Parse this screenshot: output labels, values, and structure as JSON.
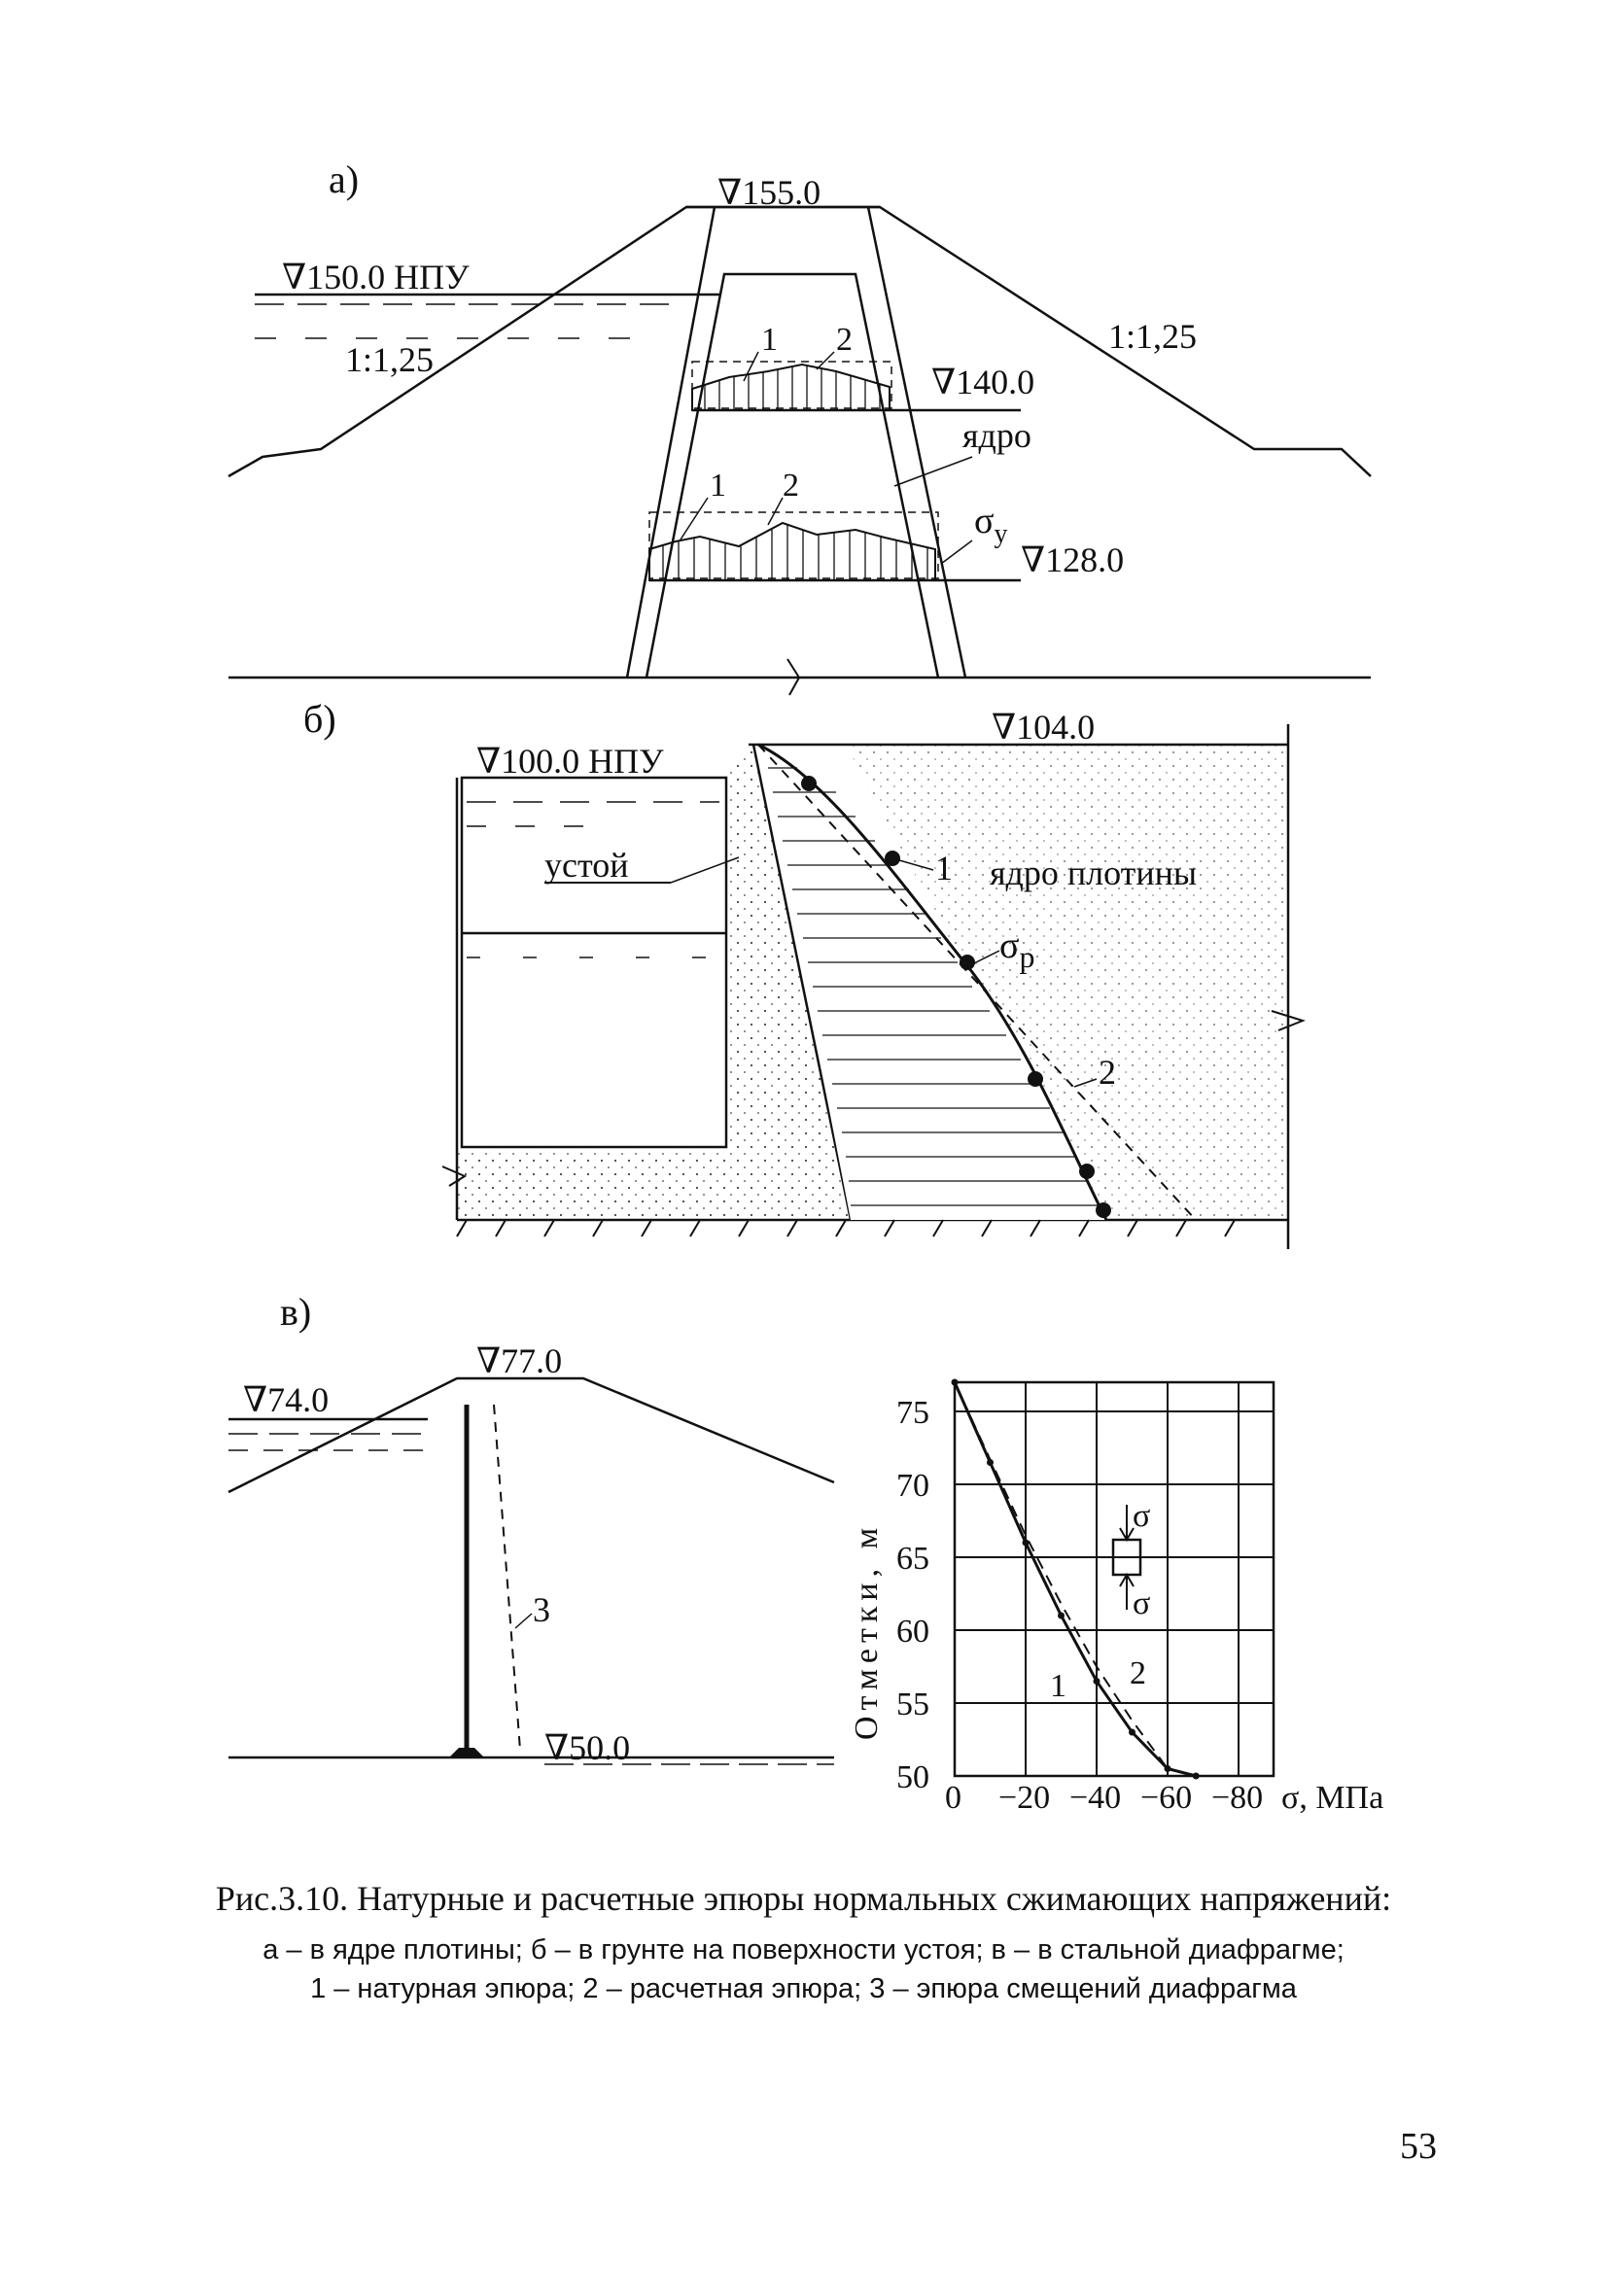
{
  "panel_a": {
    "label": "а)",
    "crest_mark": "∇155.0",
    "water_mark": "∇150.0 НПУ",
    "slope_left": "1:1,25",
    "slope_right": "1:1,25",
    "section_upper_mark": "∇140.0",
    "section_lower_mark": "∇128.0",
    "core_label": "ядро",
    "sigma_label": "σ",
    "sigma_subscript": "y",
    "curve_1": "1",
    "curve_2": "2"
  },
  "panel_b": {
    "label": "б)",
    "crest_mark": "∇104.0",
    "water_mark": "∇100.0 НПУ",
    "abutment_label": "устой",
    "core_label": "ядро плотины",
    "sigma_label": "σ",
    "sigma_subscript": "р",
    "curve_1": "1",
    "curve_2": "2"
  },
  "panel_c": {
    "label": "в)",
    "crest_mark": "∇77.0",
    "water_mark": "∇74.0",
    "base_mark": "∇50.0",
    "curve_3": "3"
  },
  "chart_data": {
    "type": "line",
    "xlabel": "σ, МПа",
    "ylabel": "Отметки, м",
    "x_ticks": [
      "0",
      "−20",
      "−40",
      "−60",
      "−80"
    ],
    "y_ticks": [
      "50",
      "55",
      "60",
      "65",
      "70",
      "75"
    ],
    "xlim": [
      0,
      -90
    ],
    "ylim": [
      50,
      77
    ],
    "inset_sigma_top": "σ",
    "inset_sigma_bottom": "σ",
    "series": [
      {
        "name": "1",
        "x": [
          0,
          -10,
          -20,
          -30,
          -40,
          -50,
          -60,
          -68
        ],
        "y": [
          77,
          71.5,
          66,
          61,
          56.5,
          53,
          50.5,
          50
        ]
      },
      {
        "name": "2",
        "x": [
          0,
          -10,
          -20,
          -30,
          -40,
          -50,
          -60
        ],
        "y": [
          77,
          71.7,
          66.5,
          61.8,
          57.5,
          53.8,
          50.5
        ]
      }
    ]
  },
  "caption": {
    "title": "Рис.3.10. Натурные и расчетные эпюры нормальных сжимающих напряжений:",
    "line1": "а – в ядре плотины; б – в грунте на поверхности устоя; в – в стальной диафрагме;",
    "line2": "1 – натурная эпюра; 2 – расчетная эпюра; 3 – эпюра смещений диафрагма"
  },
  "page_number": "53"
}
